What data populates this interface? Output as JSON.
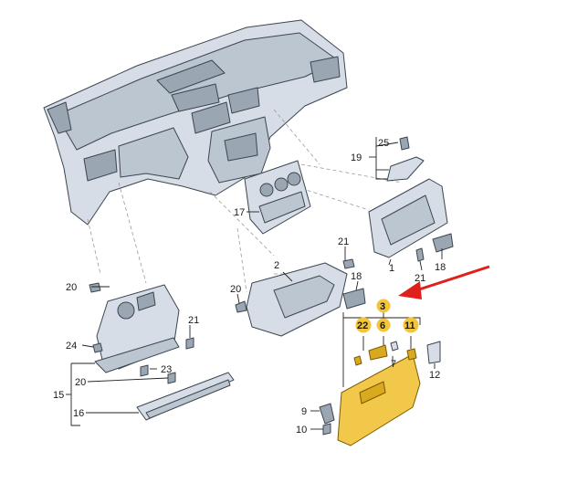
{
  "callouts": {
    "c1": "1",
    "c2": "2",
    "c3": "3",
    "c6": "6",
    "c7": "7",
    "c9": "9",
    "c10": "10",
    "c11": "11",
    "c12": "12",
    "c15": "15",
    "c16": "16",
    "c17": "17",
    "c18a": "18",
    "c18b": "18",
    "c19": "19",
    "c20a": "20",
    "c20b": "20",
    "c20c": "20",
    "c21a": "21",
    "c21b": "21",
    "c21c": "21",
    "c22": "22",
    "c23": "23",
    "c24": "24",
    "c25": "25"
  },
  "highlight": {
    "badge_color": "#f3c53a",
    "part_color": "#f2c84b",
    "arrow_color": "#e0201c",
    "highlighted_numbers": [
      "3",
      "22",
      "6",
      "11"
    ]
  }
}
